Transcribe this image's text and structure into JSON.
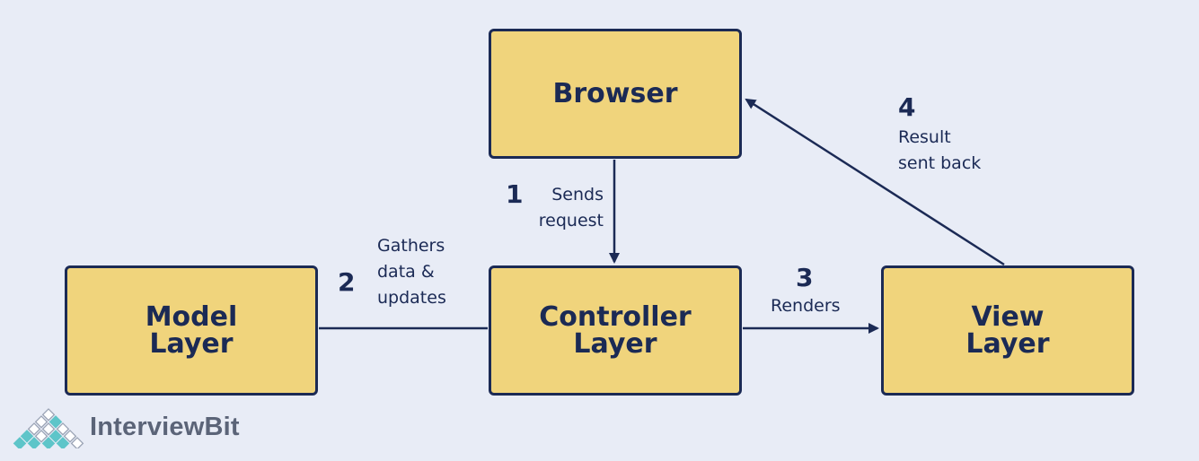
{
  "nodes": {
    "browser": {
      "lines": [
        "Browser"
      ]
    },
    "model": {
      "lines": [
        "Model",
        "Layer"
      ]
    },
    "controller": {
      "lines": [
        "Controller",
        "Layer"
      ]
    },
    "view": {
      "lines": [
        "View",
        "Layer"
      ]
    }
  },
  "steps": [
    {
      "number": "1",
      "label_lines": [
        "Sends",
        "request"
      ]
    },
    {
      "number": "2",
      "label_lines": [
        "Gathers",
        "data &",
        "updates"
      ]
    },
    {
      "number": "3",
      "label_lines": [
        "Renders"
      ]
    },
    {
      "number": "4",
      "label_lines": [
        "Result",
        "sent back"
      ]
    }
  ],
  "logo": {
    "text": "InterviewBit"
  },
  "colors": {
    "background": "#e8ecf6",
    "box_fill": "#f0d47c",
    "ink": "#1b2a55",
    "logo_text": "#5b6478",
    "logo_teal": "#5ec5c9",
    "logo_outline": "#9aa3b5"
  }
}
